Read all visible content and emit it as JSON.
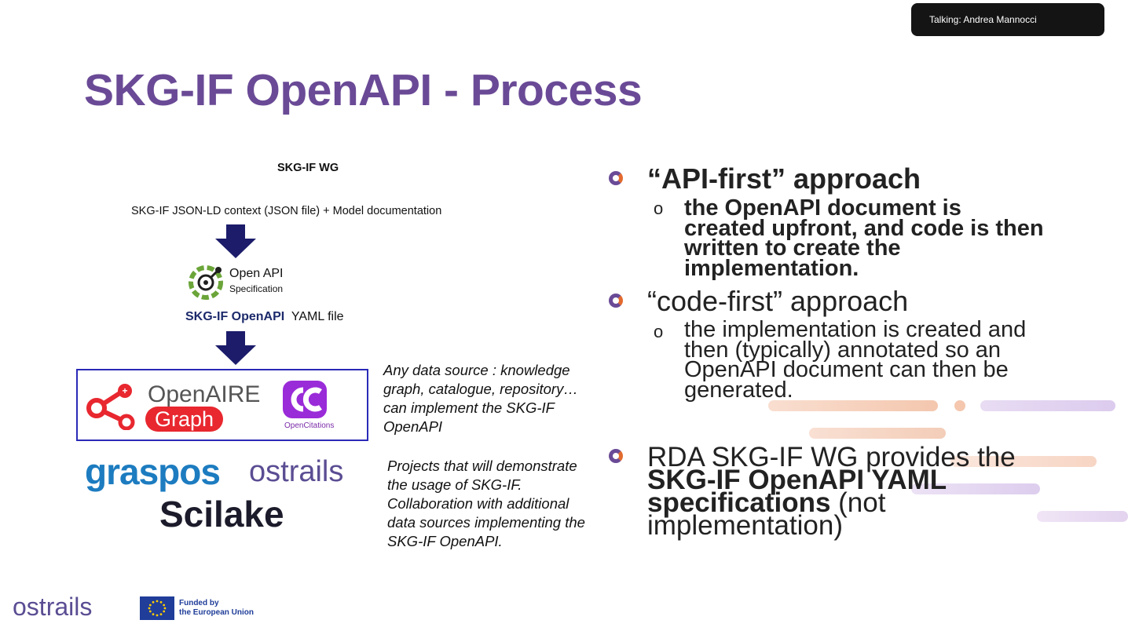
{
  "talking": {
    "label": "Talking: Andrea Mannocci"
  },
  "title": "SKG-IF OpenAPI - Process",
  "diagram": {
    "wg_title": "SKG-IF WG",
    "context_line": "SKG-IF JSON-LD context (JSON file) + Model documentation",
    "openapi_name": "Open API",
    "openapi_sub": "Specification",
    "yaml_bold": "SKG-IF OpenAPI",
    "yaml_rest": "YAML file",
    "openaire_top": "OpenAIRE",
    "openaire_bottom": "Graph",
    "opencitations_label": "OpenCitations",
    "note1": "Any data source : knowledge graph, catalogue, repository… can implement the SKG-IF OpenAPI",
    "graspos": "graspos",
    "ostrails": "ostrails",
    "scilake": "Scilake",
    "note2": "Projects that will demonstrate the usage of SKG-IF. Collaboration with additional data sources implementing the SKG-IF OpenAPI."
  },
  "bullets": {
    "b1_heading": "“API-first” approach",
    "b1_sub": "the OpenAPI document is created upfront, and code is then written to create the implementation.",
    "b2_heading": "“code-first” approach",
    "b2_sub": "the implementation is created and then (typically) annotated so an OpenAPI document can then be generated.",
    "b3_pre": "RDA SKG-IF WG provides the ",
    "b3_bold": "SKG-IF OpenAPI YAML specifications",
    "b3_post": " (not implementation)",
    "sub_marker": "o"
  },
  "footer": {
    "ostrails": "ostrails",
    "eu_line1": "Funded by",
    "eu_line2": "the European Union"
  },
  "colors": {
    "title": "#6a4a96",
    "accent_orange": "#e36a2e",
    "openaire_red": "#e8272f",
    "arrow_navy": "#1c1c6b",
    "box_border": "#2a2ab8",
    "eu_blue": "#1f3d99",
    "eu_star": "#ffcc00"
  }
}
